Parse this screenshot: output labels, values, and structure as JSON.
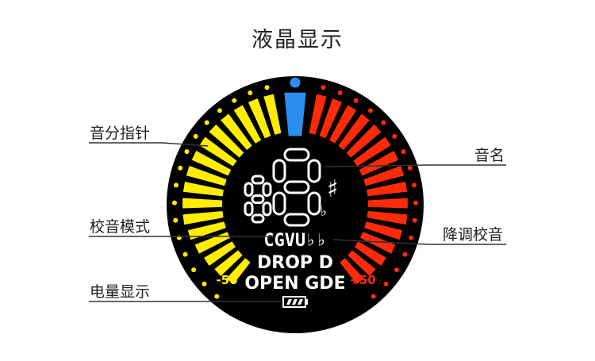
{
  "title": "液晶显示",
  "callouts": {
    "cents_pointer": "音分指针",
    "tuning_mode": "校音模式",
    "battery": "电量显示",
    "note_name": "音名",
    "drop_tuning": "降调校音"
  },
  "display": {
    "digit_small": "8",
    "digit_large": "8",
    "sharp": "♯",
    "flat": "♭",
    "mode_line": "CGVU♭♭",
    "drop_line": "DROP D",
    "open_line": "OPEN GDE",
    "minus_label": "-50",
    "plus_label": "+50"
  },
  "colors": {
    "dial": "#000000",
    "left_bars": "#ffee00",
    "right_bars": "#ff2a0a",
    "center_bar": "#2b8ff0",
    "text": "#ffffff",
    "scale_text": "#ffee00"
  }
}
